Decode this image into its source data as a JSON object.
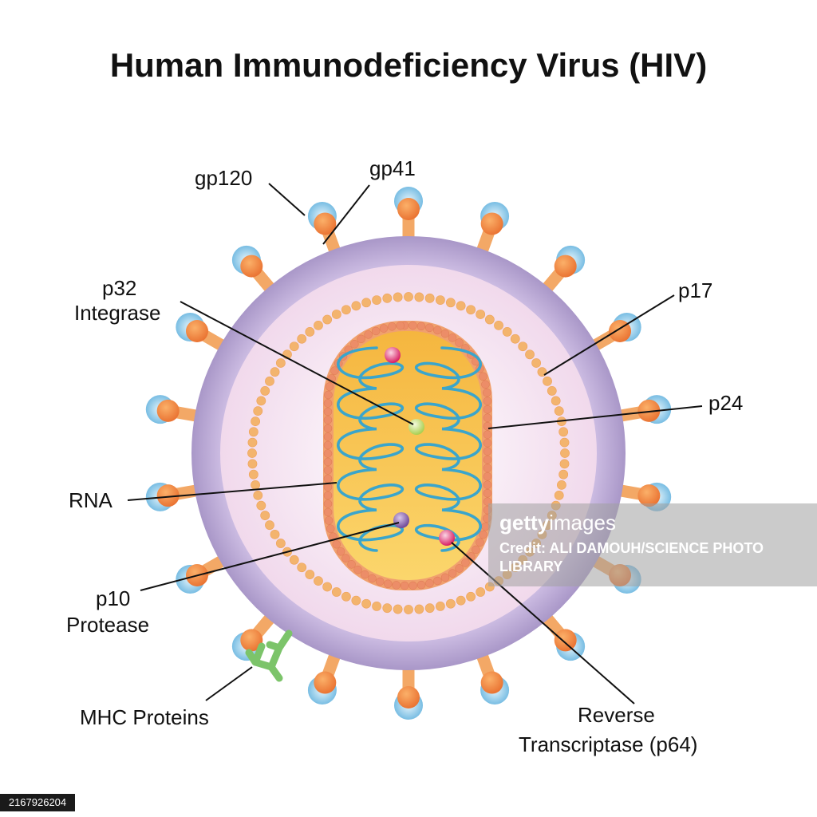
{
  "title": "Human Immunodeficiency Virus (HIV)",
  "labels": {
    "gp120": "gp120",
    "gp41": "gp41",
    "p32_line1": "p32",
    "p32_line2": "Integrase",
    "p17": "p17",
    "p24": "p24",
    "rna": "RNA",
    "p10_line1": "p10",
    "p10_line2": "Protease",
    "mhc": "MHC Proteins",
    "rt_line1": "Reverse",
    "rt_line2": "Transcriptase (p64)"
  },
  "watermark": {
    "brand_bold": "getty",
    "brand_thin": "images",
    "credit": "Credit: ALI DAMOUH/SCIENCE PHOTO LIBRARY",
    "image_id": "2167926204"
  },
  "colors": {
    "envelope": "#b8a6d2",
    "matrix_space": "#f6e6f2",
    "matrix_bead": "#f3b46e",
    "capsid_bead": "#ea8a66",
    "core": "#f8c04a",
    "rna": "#3aa5cc",
    "spike_stem": "#f08a45",
    "spike_cap": "#a8d8ef",
    "mhc": "#7cc46a",
    "integrase": "#cce27c",
    "protease": "#8f63b0",
    "reverse_transcriptase": "#e5407d",
    "leader_line": "#111111"
  }
}
